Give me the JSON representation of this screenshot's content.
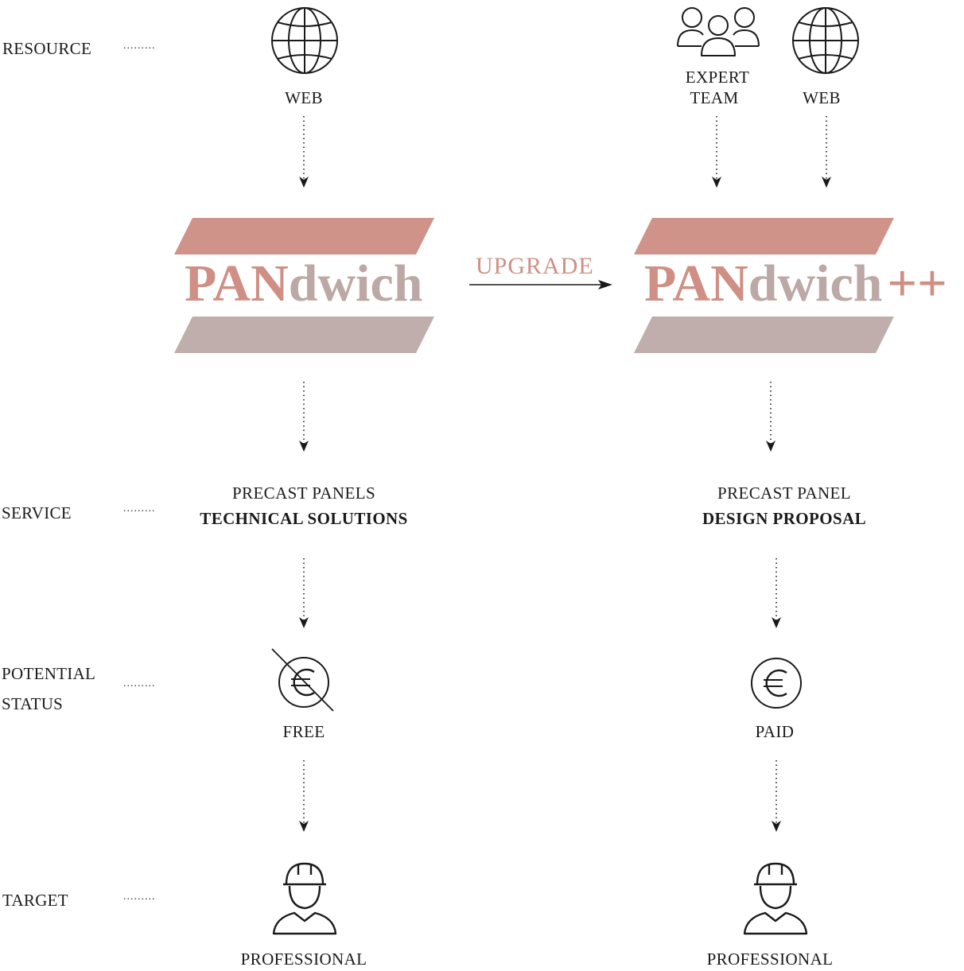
{
  "rows": {
    "resource": "RESOURCE",
    "service": "SERVICE",
    "potential_status_line1": "POTENTIAL",
    "potential_status_line2": "STATUS",
    "target": "TARGET"
  },
  "left": {
    "resource": "WEB",
    "logo_part1": "PAN",
    "logo_part2": "dwich",
    "service_line1": "PRECAST PANELS",
    "service_line2": "TECHNICAL SOLUTIONS",
    "status": "FREE",
    "target": "PROFESSIONAL"
  },
  "upgrade_label": "UPGRADE",
  "right": {
    "resource_team_line1": "EXPERT",
    "resource_team_line2": "TEAM",
    "resource_web": "WEB",
    "logo_part1": "PAN",
    "logo_part2": "dwich",
    "logo_part3": "++",
    "service_line1": "PRECAST PANEL",
    "service_line2": "DESIGN PROPOSAL",
    "status": "PAID",
    "target": "PROFESSIONAL"
  },
  "icons": {
    "globe": "globe-icon",
    "team": "team-icon",
    "euro": "euro-icon",
    "no_euro": "crossed-euro-icon",
    "worker": "hardhat-worker-icon"
  },
  "colors": {
    "logo_accent": "#cf8f84",
    "logo_muted": "#bca8a4",
    "band_top": "#cf938a",
    "band_bottom": "#bfaeab"
  }
}
